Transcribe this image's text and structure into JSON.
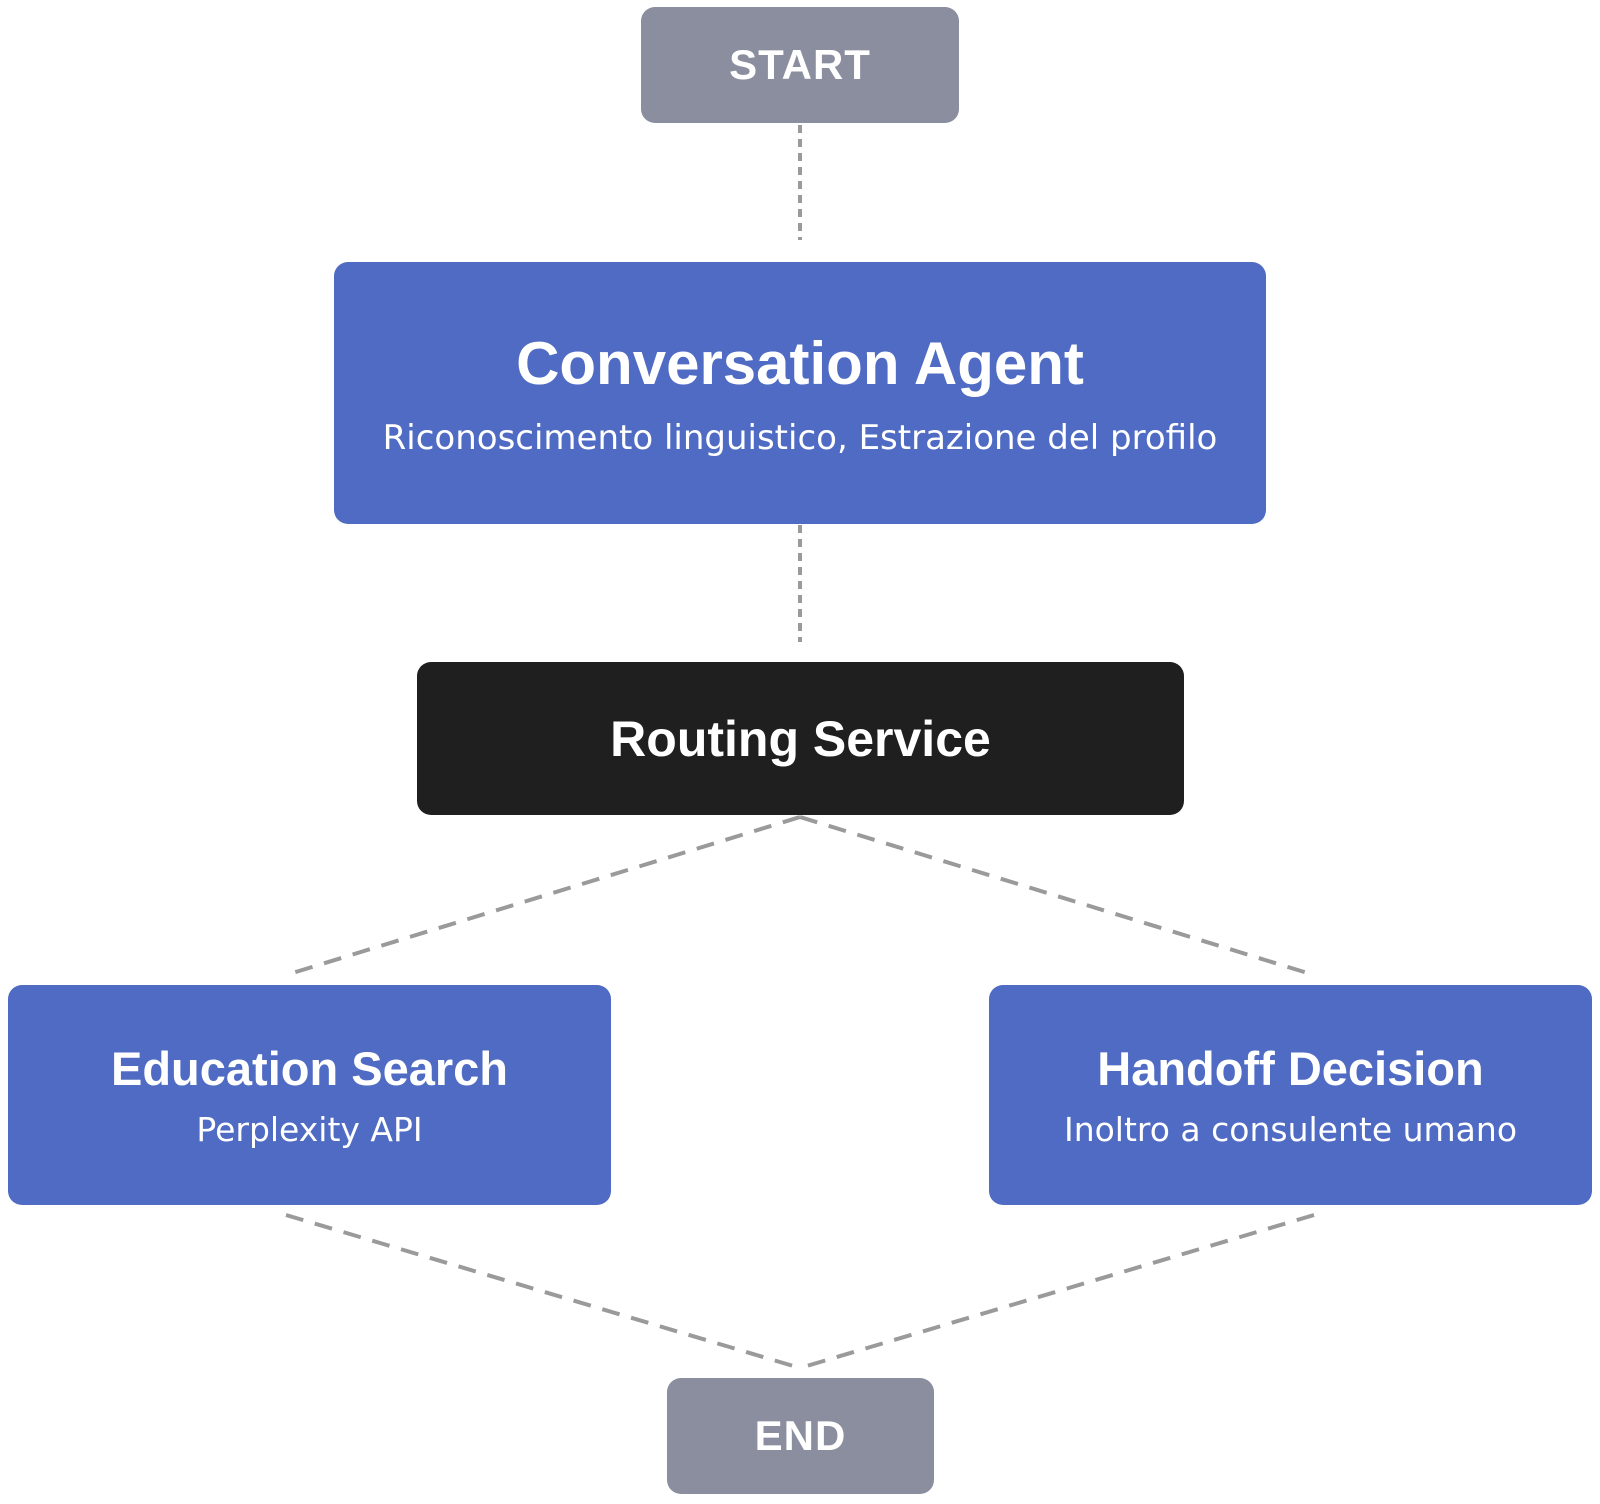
{
  "colors": {
    "terminal": "#8b8e9f",
    "agent": "#4f6bc3",
    "router": "#1f1f1f",
    "text": "#ffffff",
    "edge": "#9a9a9a"
  },
  "nodes": {
    "start": {
      "title": "START"
    },
    "conversation_agent": {
      "title": "Conversation Agent",
      "subtitle": "Riconoscimento linguistico, Estrazione del profilo"
    },
    "routing_service": {
      "title": "Routing Service"
    },
    "education_search": {
      "title": "Education Search",
      "subtitle": "Perplexity API"
    },
    "handoff_decision": {
      "title": "Handoff Decision",
      "subtitle": "Inoltro a consulente umano"
    },
    "end": {
      "title": "END"
    }
  },
  "edges": [
    {
      "from": "start",
      "to": "conversation_agent",
      "style": "dashed"
    },
    {
      "from": "conversation_agent",
      "to": "routing_service",
      "style": "dashed"
    },
    {
      "from": "routing_service",
      "to": "education_search",
      "style": "dashed"
    },
    {
      "from": "routing_service",
      "to": "handoff_decision",
      "style": "dashed"
    },
    {
      "from": "education_search",
      "to": "end",
      "style": "dashed"
    },
    {
      "from": "handoff_decision",
      "to": "end",
      "style": "dashed"
    }
  ]
}
